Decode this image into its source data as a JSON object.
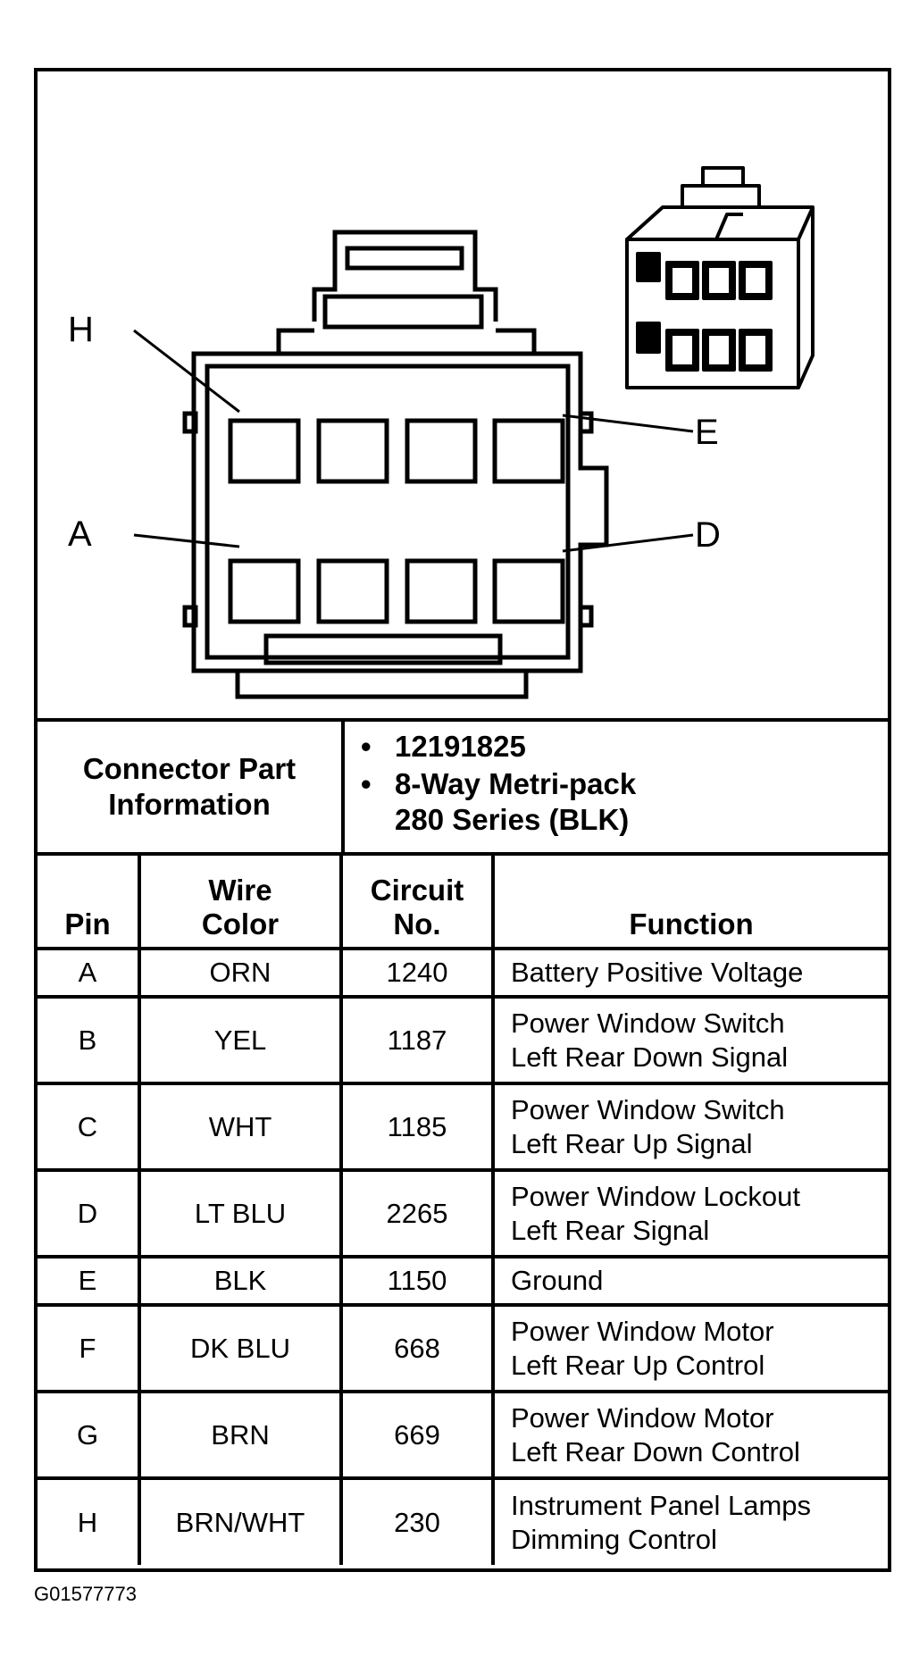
{
  "pin_labels": {
    "h": "H",
    "e": "E",
    "a": "A",
    "d": "D"
  },
  "connector_info": {
    "label": "Connector Part\nInformation",
    "items": [
      "12191825",
      "8-Way Metri-pack\n280 Series (BLK)"
    ]
  },
  "table": {
    "headers": {
      "pin": "Pin",
      "wire_color": "Wire\nColor",
      "circuit": "Circuit\nNo.",
      "function": "Function"
    },
    "rows": [
      {
        "pin": "A",
        "wire_color": "ORN",
        "circuit": "1240",
        "function": "Battery Positive Voltage"
      },
      {
        "pin": "B",
        "wire_color": "YEL",
        "circuit": "1187",
        "function": "Power Window Switch\nLeft Rear Down Signal"
      },
      {
        "pin": "C",
        "wire_color": "WHT",
        "circuit": "1185",
        "function": "Power Window Switch\nLeft Rear Up Signal"
      },
      {
        "pin": "D",
        "wire_color": "LT BLU",
        "circuit": "2265",
        "function": "Power Window Lockout\nLeft Rear Signal"
      },
      {
        "pin": "E",
        "wire_color": "BLK",
        "circuit": "1150",
        "function": "Ground"
      },
      {
        "pin": "F",
        "wire_color": "DK BLU",
        "circuit": "668",
        "function": "Power Window Motor\nLeft Rear Up Control"
      },
      {
        "pin": "G",
        "wire_color": "BRN",
        "circuit": "669",
        "function": "Power Window Motor\nLeft Rear Down Control"
      },
      {
        "pin": "H",
        "wire_color": "BRN/WHT",
        "circuit": "230",
        "function": "Instrument Panel Lamps\nDimming Control"
      }
    ]
  },
  "figure_id": "G01577773"
}
